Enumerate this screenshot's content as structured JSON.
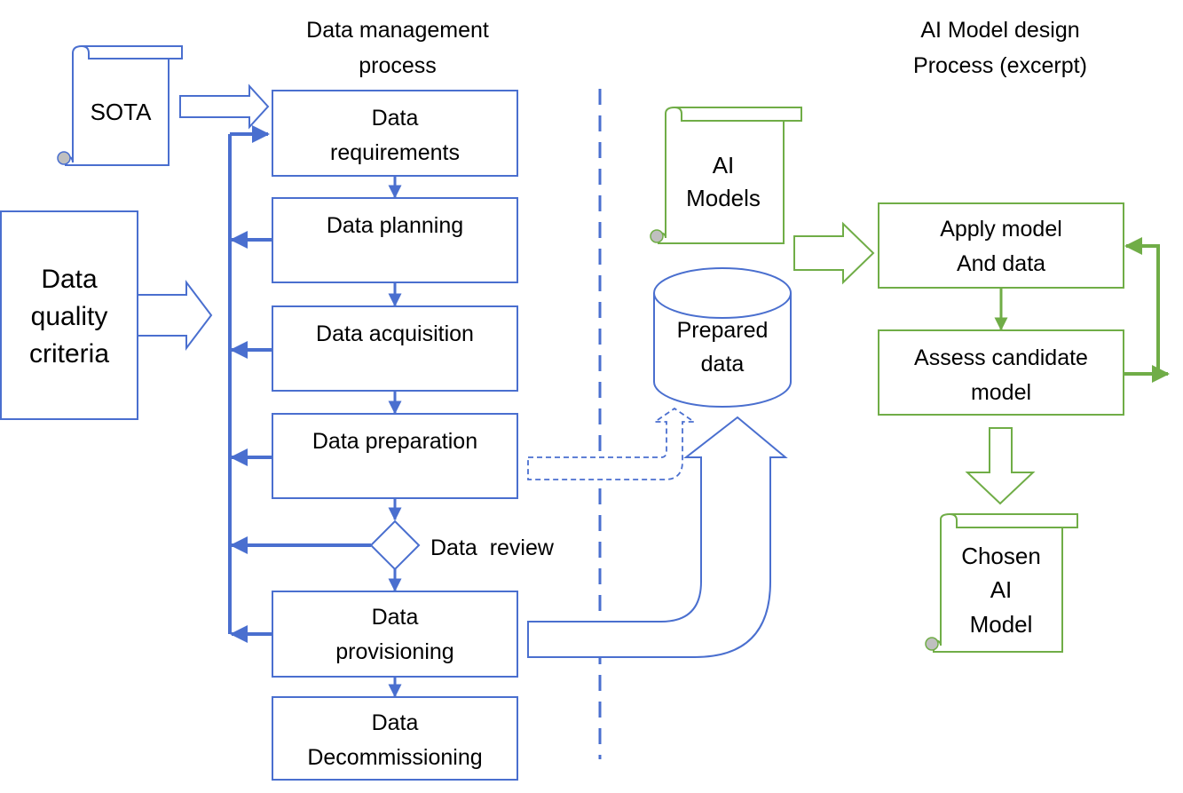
{
  "titles": {
    "data_management": [
      "Data management",
      "process"
    ],
    "ai_model_design": [
      "AI Model design",
      "Process (excerpt)"
    ]
  },
  "documents": {
    "sota": "SOTA",
    "ai_models": [
      "AI",
      "Models"
    ],
    "chosen_model": [
      "Chosen",
      "AI",
      "Model"
    ]
  },
  "quality_criteria": [
    "Data",
    "quality",
    "criteria"
  ],
  "steps": {
    "requirements": [
      "Data",
      "requirements"
    ],
    "planning": [
      "Data planning"
    ],
    "acquisition": [
      "Data acquisition"
    ],
    "preparation": [
      "Data preparation"
    ],
    "review": "Data  review",
    "provisioning": [
      "Data",
      "provisioning"
    ],
    "decommissioning": [
      "Data",
      "Decommissioning"
    ]
  },
  "prepared_data": [
    "Prepared",
    "data"
  ],
  "ai_steps": {
    "apply": [
      "Apply model",
      "And data"
    ],
    "assess": [
      "Assess candidate",
      "model"
    ]
  },
  "colors": {
    "blue": "#4a6fcf",
    "green": "#70ad47",
    "text": "#000000"
  }
}
